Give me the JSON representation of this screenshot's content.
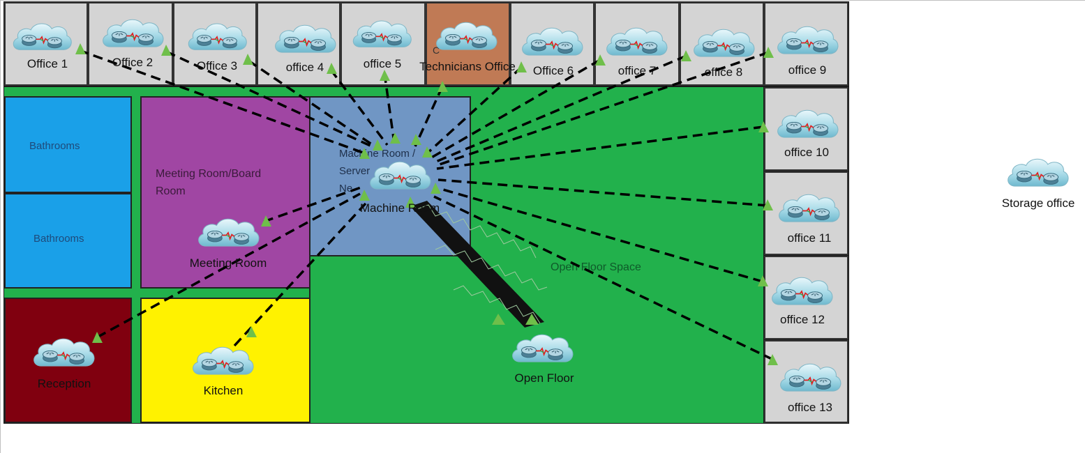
{
  "rooms": {
    "bathrooms_1": "Bathrooms",
    "bathrooms_2": "Bathrooms",
    "meeting_board_line1": "Meeting Room/Board",
    "meeting_board_line2": "Room",
    "machine_room_line1": "Machine Room /",
    "machine_room_line2": "Server",
    "machine_room_line3": "Ne",
    "open_floor_space": "Open Floor Space",
    "tech_office_partial": "C"
  },
  "nodes": {
    "office_1": "Office 1",
    "office_2": "Office 2",
    "office_3": "Office 3",
    "office_4": "office 4",
    "office_5": "office 5",
    "technicians": "Technicians Office",
    "office_6": "Office 6",
    "office_7": "office 7",
    "office_8": "office 8",
    "office_9": "office 9",
    "office_10": "office 10",
    "office_11": "office 11",
    "office_12": "office 12",
    "office_13": "office 13",
    "machine_room": "Machine Room",
    "meeting_room": "Meeting Room",
    "reception": "Reception",
    "kitchen": "Kitchen",
    "open_floor": "Open Floor",
    "storage": "Storage office"
  },
  "colors": {
    "office_grey": "#d4d4d4",
    "technicians_brown": "#c07a55",
    "green_floor": "#22b14c",
    "bathroom_blue": "#1aa0e8",
    "meeting_purple": "#a046a3",
    "machine_blue": "#7096c4",
    "reception_maroon": "#80000f",
    "kitchen_yellow": "#fff200",
    "link_arrow_green": "#6fbf4a"
  }
}
